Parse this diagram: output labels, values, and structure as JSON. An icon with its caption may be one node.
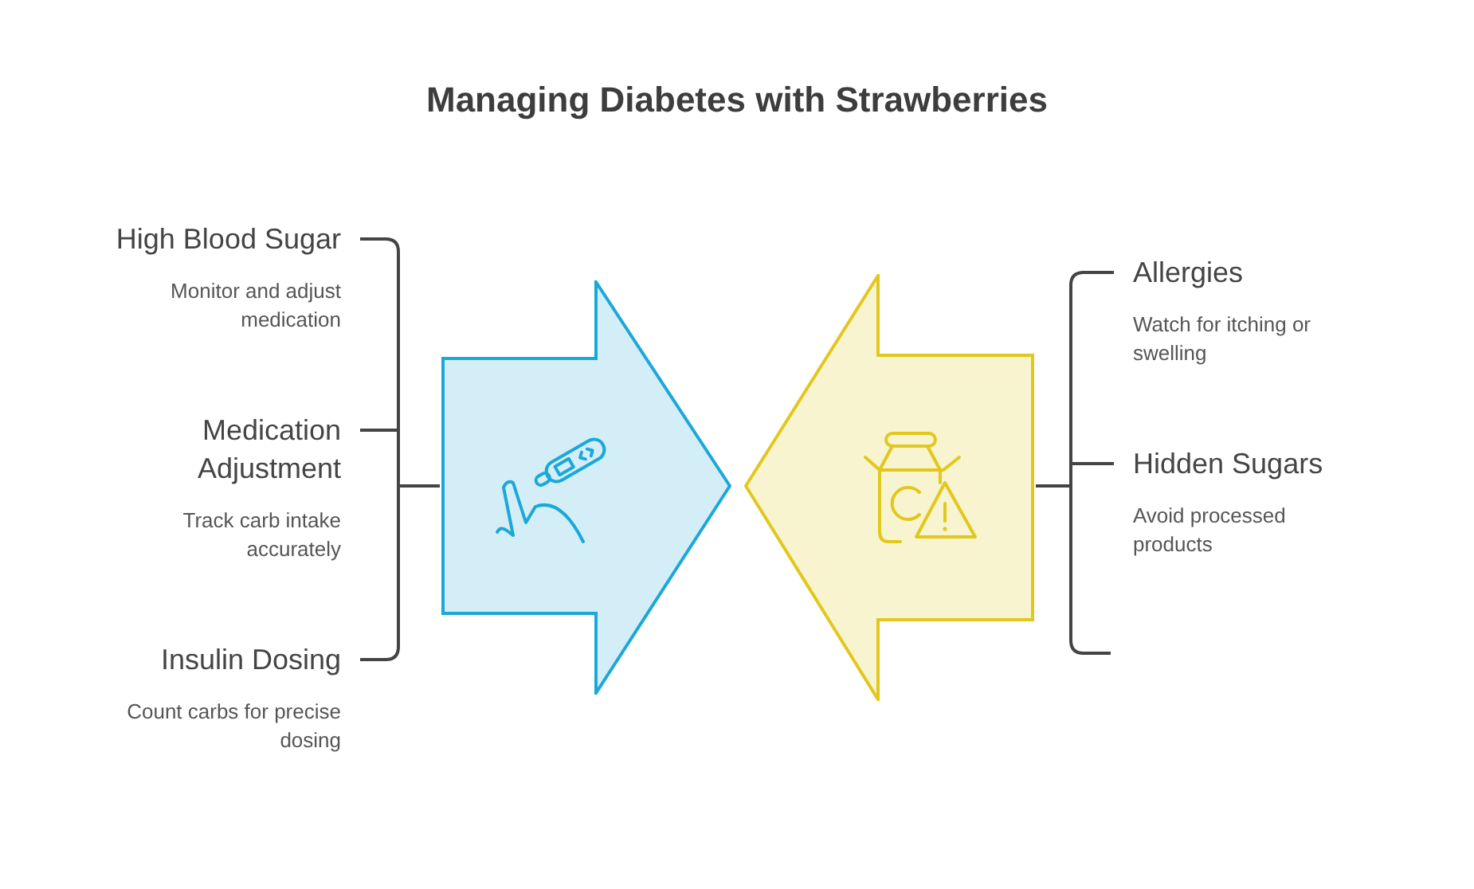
{
  "diagram": {
    "title": "Managing Diabetes with Strawberries",
    "nodes": [
      {
        "text": [
          "High Blood Sugar",
          "Monitor and adjust medication"
        ]
      },
      {
        "text": [
          "Medication Adjustment",
          "Track carb intake accurately"
        ]
      },
      {
        "text": [
          "Insulin Dosing",
          "Count carbs for precise dosing"
        ]
      },
      {
        "text": [],
        "shape": "arrow"
      },
      {
        "text": [],
        "shape": "arrow"
      },
      {
        "text": [
          "Allergies",
          "Watch for itching or swelling"
        ]
      },
      {
        "text": [
          "Hidden Sugars",
          "Avoid processed products"
        ]
      }
    ],
    "edges": [
      {
        "from": 3,
        "to": 0,
        "arrow": "none"
      },
      {
        "from": 3,
        "to": 1,
        "arrow": "none"
      },
      {
        "from": 3,
        "to": 2,
        "arrow": "none"
      },
      {
        "from": 4,
        "to": 5,
        "arrow": "none"
      },
      {
        "from": 4,
        "to": 6,
        "arrow": "none"
      },
      {
        "from": 4,
        "to": null,
        "arrow": "none"
      }
    ]
  }
}
